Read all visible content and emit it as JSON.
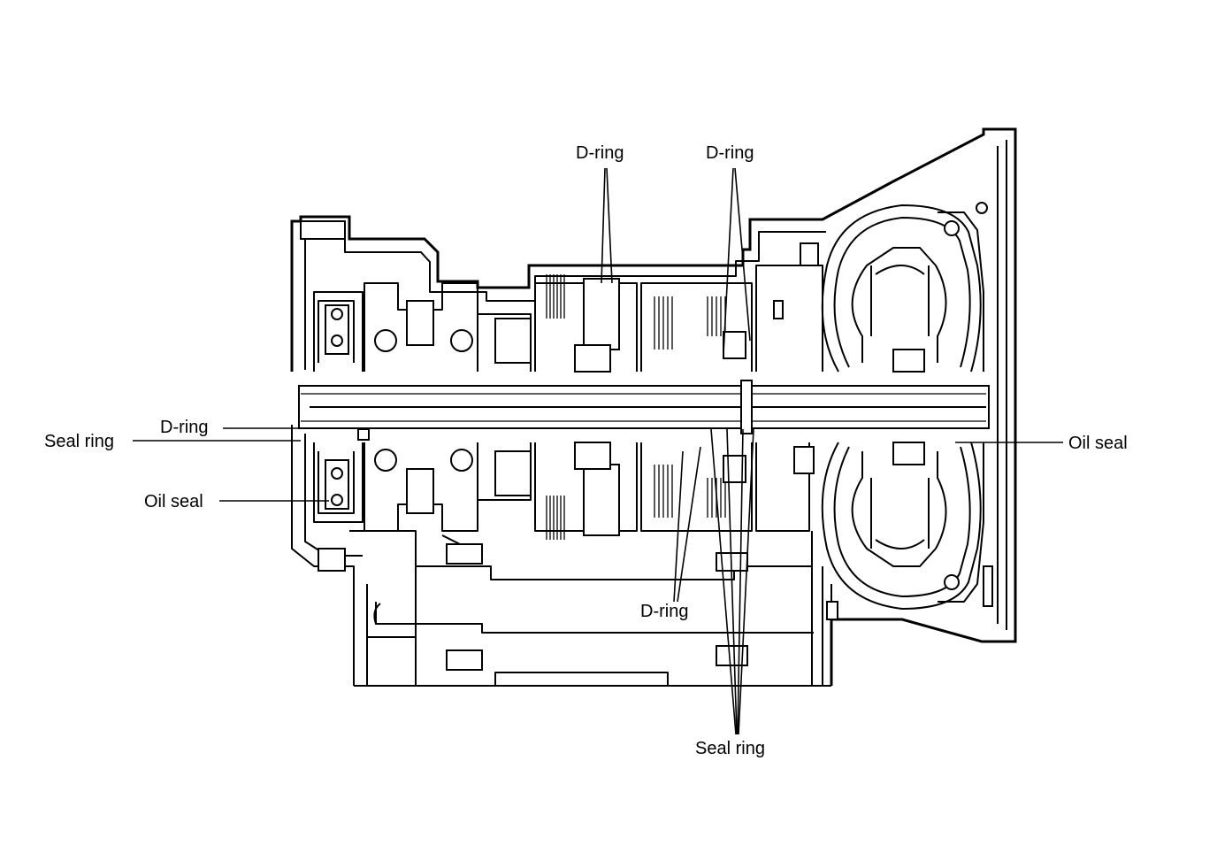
{
  "figure": {
    "labels": {
      "d_ring_top_left": "D-ring",
      "d_ring_top_right": "D-ring",
      "d_ring_left": "D-ring",
      "seal_ring_left": "Seal ring",
      "oil_seal_left": "Oil seal",
      "oil_seal_right": "Oil seal",
      "d_ring_bottom": "D-ring",
      "seal_ring_bottom": "Seal ring"
    }
  }
}
